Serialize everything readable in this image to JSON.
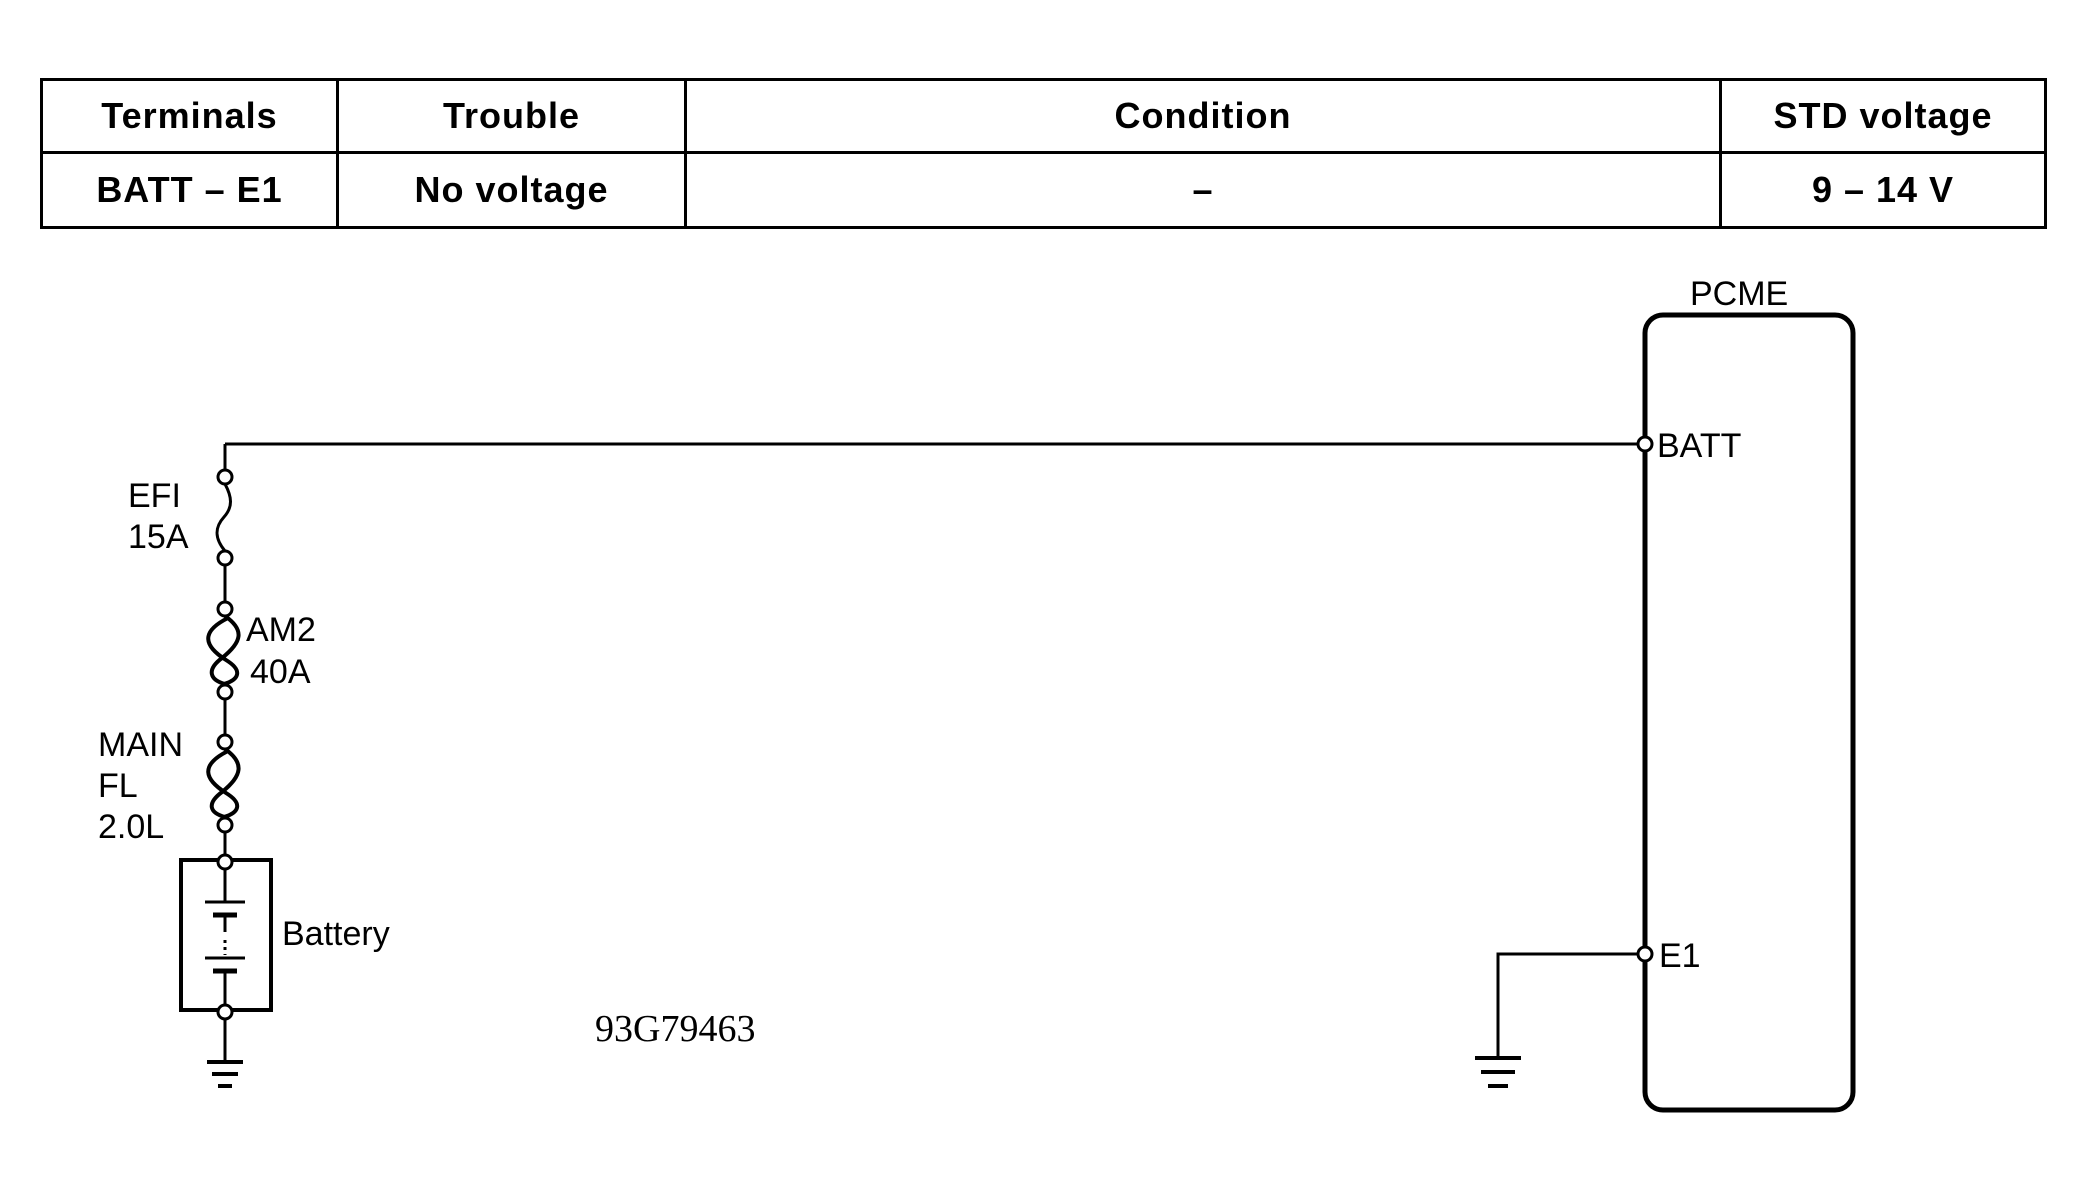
{
  "table": {
    "headers": [
      "Terminals",
      "Trouble",
      "Condition",
      "STD voltage"
    ],
    "rows": [
      [
        "BATT – E1",
        "No voltage",
        "–",
        "9 – 14 V"
      ]
    ]
  },
  "diagram": {
    "ecu_label": "PCME",
    "terminal_batt": "BATT",
    "terminal_e1": "E1",
    "fuse_efi": [
      "EFI",
      "15A"
    ],
    "fuse_am2": [
      "AM2",
      "40A"
    ],
    "fusible_link": [
      "MAIN",
      "FL",
      "2.0L"
    ],
    "battery_label": "Battery",
    "figure_code": "93G79463"
  }
}
